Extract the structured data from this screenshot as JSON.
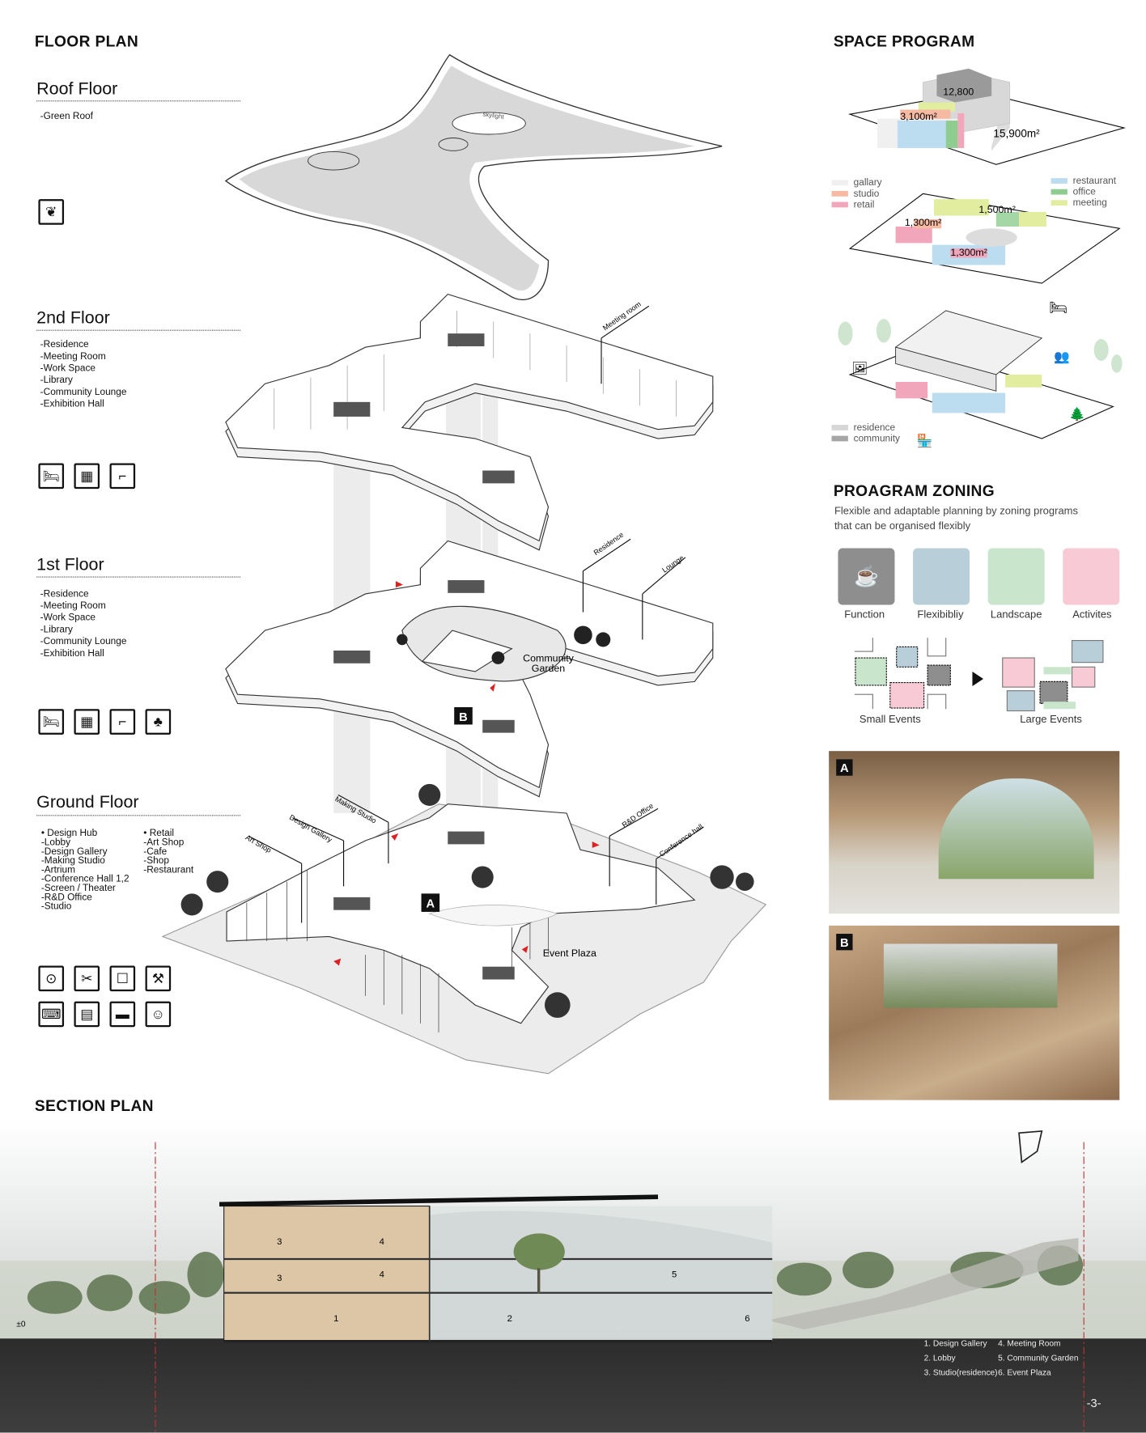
{
  "floor_plan": {
    "title": "FLOOR PLAN",
    "roof": {
      "name": "Roof Floor",
      "items": "-Green Roof",
      "icons": [
        "green-roof-icon"
      ],
      "labels": {
        "skylight": "skylight"
      }
    },
    "second": {
      "name": "2nd Floor",
      "items": "-Residence\n-Meeting Room\n-Work Space\n-Library\n-Community Lounge\n-Exhibition Hall",
      "icons": [
        "bed-icon",
        "meeting-icon",
        "stairs-icon"
      ],
      "labels": {
        "meeting_room": "Meeting room"
      }
    },
    "first": {
      "name": "1st Floor",
      "items": "-Residence\n-Meeting Room\n-Work Space\n-Library\n-Community Lounge\n-Exhibition Hall",
      "icons": [
        "bed-icon",
        "meeting-icon",
        "stairs-icon",
        "tree-icon"
      ],
      "labels": {
        "residence": "Residence",
        "lounge": "Lounge",
        "community_garden_1": "Community",
        "community_garden_2": "Garden",
        "b": "B"
      }
    },
    "ground": {
      "name": "Ground Floor",
      "col1": "• Design Hub\n-Lobby\n-Design Gallery\n-Making Studio\n-Artrium\n-Conference Hall 1,2\n-Screen / Theater\n-R&D Office\n-Studio",
      "col2": "• Retail\n-Art Shop\n-Cafe\n-Shop\n-Restaurant",
      "icons": [
        "location-pin-icon",
        "tools-icon",
        "presentation-icon",
        "workshop-icon",
        "office-desk-icon",
        "screen-icon",
        "theater-icon",
        "studio-person-icon"
      ],
      "labels": {
        "making_studio": "Making Studio",
        "design_gallery": "Design Gallery",
        "art_shop": "Art Shop",
        "rd_office": "R&D Office",
        "conference_hall": "Conference hall",
        "event_plaza": "Event Plaza",
        "a": "A"
      }
    }
  },
  "space_program": {
    "title": "SPACE PROGRAM",
    "total_label": "12,800",
    "sub_label": "3,100m²",
    "site_label": "15,900m²",
    "areas": [
      "1,500m²",
      "1,300m²",
      "1,300m²"
    ],
    "legend_left": [
      {
        "label": "gallary",
        "color": "#f0f0f0"
      },
      {
        "label": "studio",
        "color": "#f6b9a2"
      },
      {
        "label": "retail",
        "color": "#f2a6bb"
      }
    ],
    "legend_right": [
      {
        "label": "restaurant",
        "color": "#bcdcef"
      },
      {
        "label": "office",
        "color": "#8fcc8f"
      },
      {
        "label": "meeting",
        "color": "#e3eda0"
      }
    ],
    "legend_bottom": [
      {
        "label": "residence",
        "color": "#d6d6d6"
      },
      {
        "label": "community",
        "color": "#a6a6a6"
      }
    ]
  },
  "zoning": {
    "title": "PROAGRAM ZONING",
    "description": "Flexible and adaptable planning by zoning programs\nthat can be organised flexibly",
    "cards": [
      {
        "label": "Function",
        "color": "#8e8e8e",
        "icon": "function-icon"
      },
      {
        "label": "Flexibibliy",
        "color": "#b8cfda",
        "icon": "flexibility-icon"
      },
      {
        "label": "Landscape",
        "color": "#c9e6cc",
        "icon": "landscape-icon"
      },
      {
        "label": "Activites",
        "color": "#f7cad6",
        "icon": "activities-icon"
      }
    ],
    "small_events": "Small Events",
    "large_events": "Large Events"
  },
  "photos": {
    "a": "A",
    "b": "B"
  },
  "section": {
    "title": "SECTION PLAN",
    "level": "±0",
    "numbers": [
      "1",
      "2",
      "3",
      "3",
      "4",
      "4",
      "5",
      "6"
    ],
    "legend": [
      "1. Design Gallery",
      "2. Lobby",
      "3. Studio(residence)",
      "4. Meeting Room",
      "5. Community Garden",
      "6. Event Plaza"
    ],
    "page": "-3-"
  }
}
